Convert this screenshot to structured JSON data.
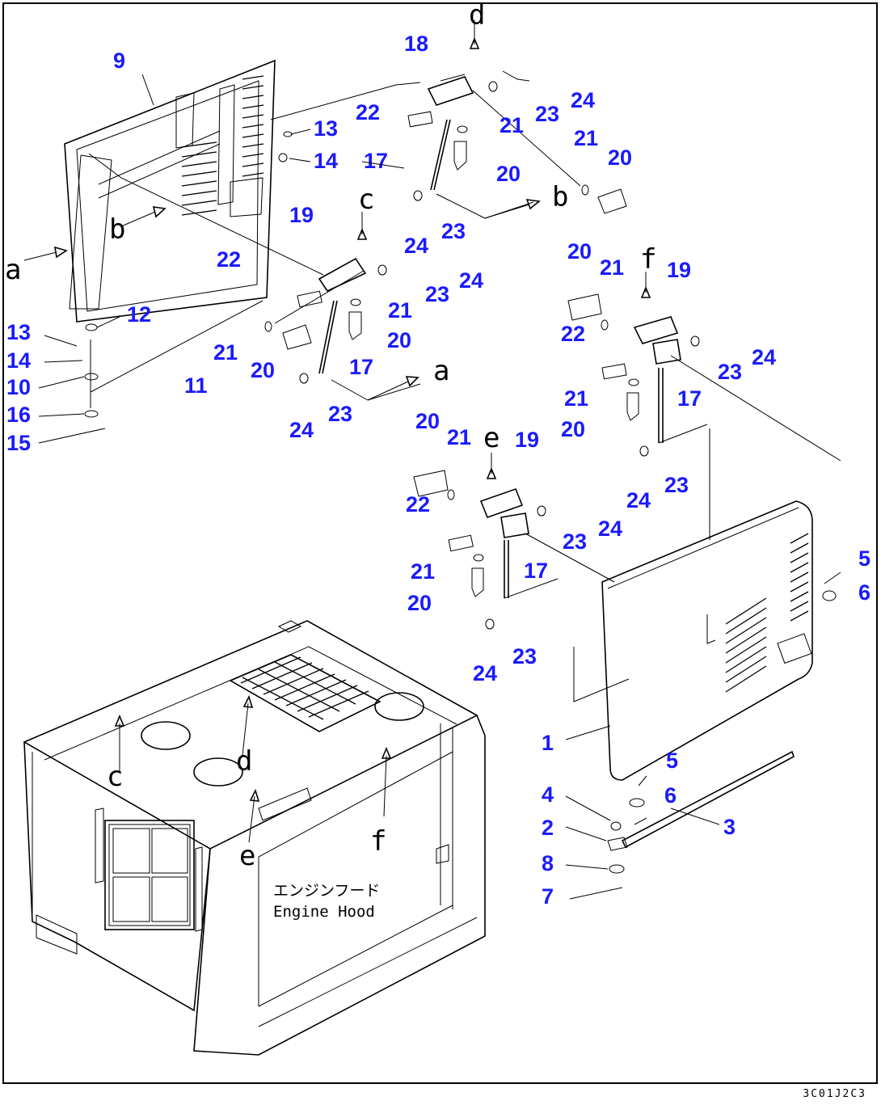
{
  "drawing_code": "3C01J2C3",
  "hood_label_jp": "エンジンフード",
  "hood_label_en": "Engine Hood",
  "callouts": [
    "1",
    "2",
    "3",
    "4",
    "5",
    "6",
    "7",
    "8",
    "9",
    "10",
    "11",
    "12",
    "13",
    "14",
    "15",
    "16",
    "17",
    "18",
    "19",
    "20",
    "21",
    "22",
    "23",
    "24"
  ],
  "view_arrows": [
    "a",
    "b",
    "c",
    "d",
    "e",
    "f"
  ]
}
